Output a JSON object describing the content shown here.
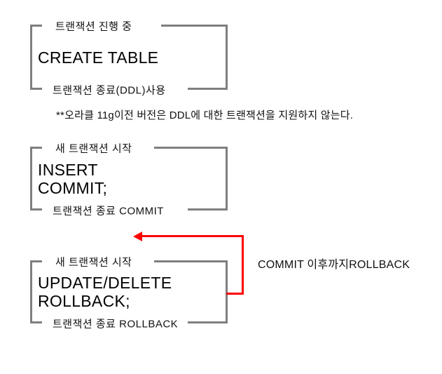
{
  "diagram": {
    "title": "transaction-ddl-commit-rollback-diagram",
    "colors": {
      "bracket_gray": "#7f7f7f",
      "arrow_red": "#ff0000",
      "text_black": "#000000",
      "background": "#ffffff"
    },
    "blocks": [
      {
        "top_label": "트랜잭션 진행 중",
        "content": [
          "CREATE TABLE"
        ],
        "bottom_label": "트랜잭션 종료(DDL)사용"
      },
      {
        "top_label": "새 트랜잭션 시작",
        "content": [
          "INSERT",
          "COMMIT;"
        ],
        "bottom_label": "트랜잭션 종료 COMMIT"
      },
      {
        "top_label": "새 트랜잭션 시작",
        "content": [
          "UPDATE/DELETE",
          "ROLLBACK;"
        ],
        "bottom_label": "트랜잭션 종료 ROLLBACK"
      }
    ],
    "note": "**오라클 11g이전 버전은 DDL에 대한 트랜잭션을 지원하지 않는다.",
    "arrow_label": "COMMIT 이후까지ROLLBACK"
  }
}
